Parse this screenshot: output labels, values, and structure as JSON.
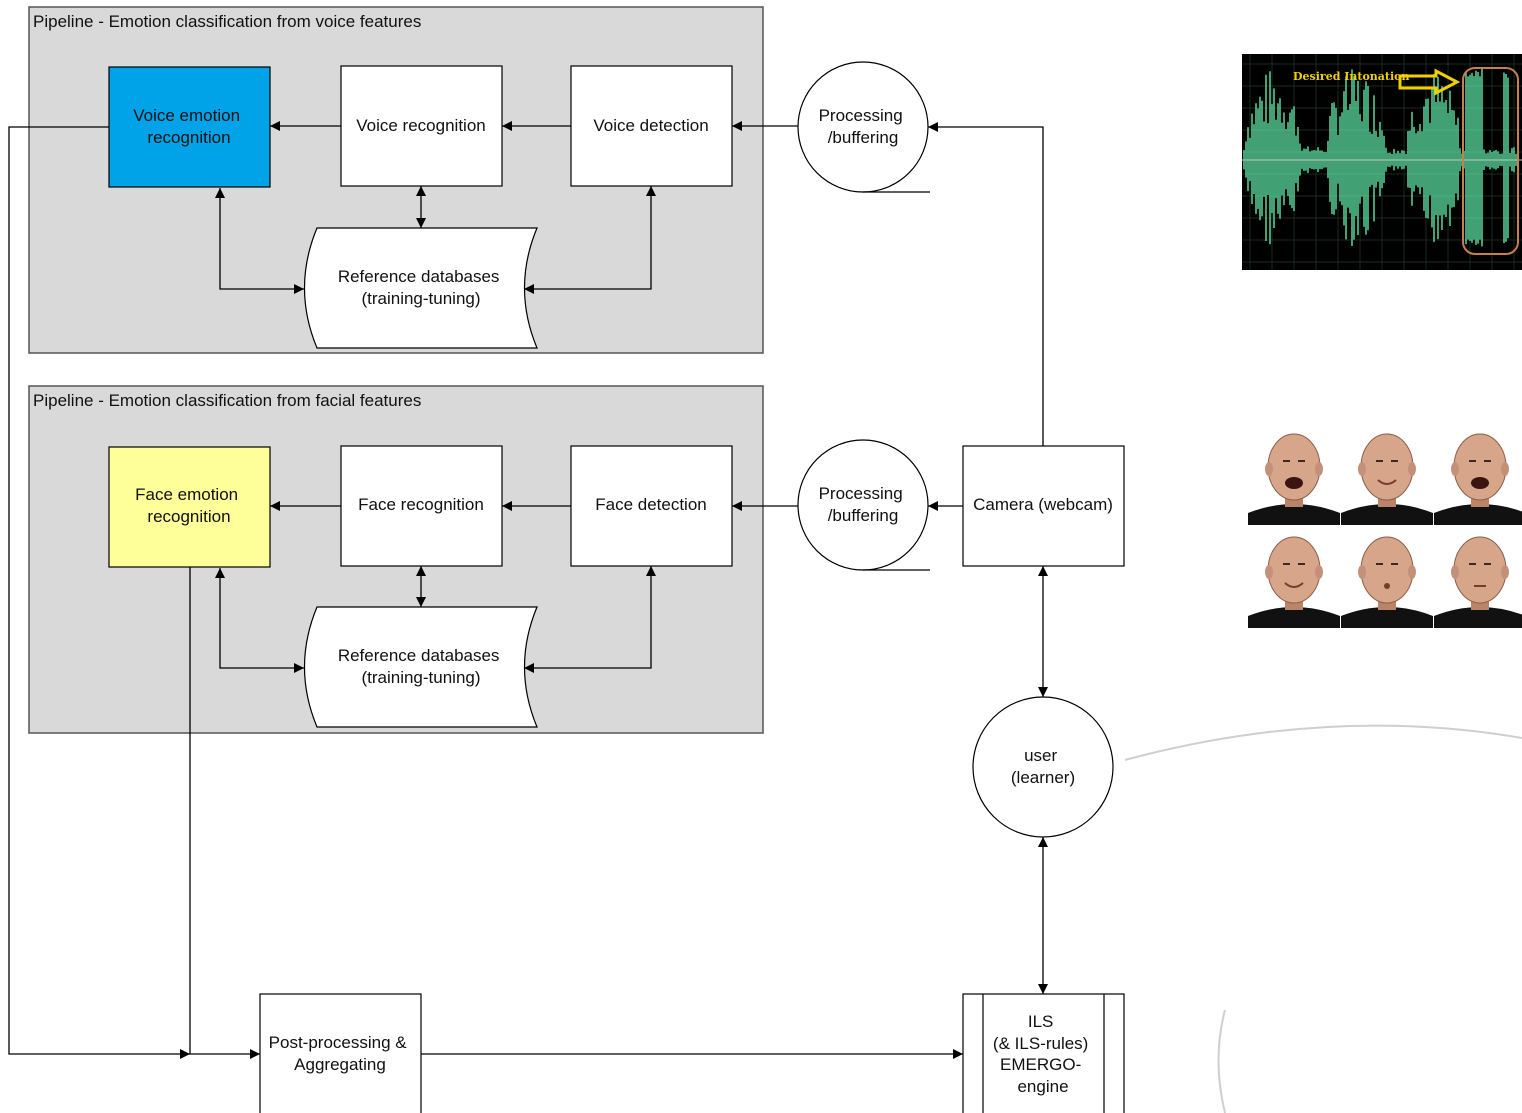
{
  "voice_pipeline": {
    "title": "Pipeline - Emotion classification from voice features",
    "emotion_box": [
      "Voice emotion",
      "recognition"
    ],
    "recognition_box": "Voice recognition",
    "detection_box": "Voice detection",
    "reference_db": [
      "Reference databases",
      "(training-tuning)"
    ]
  },
  "face_pipeline": {
    "title": "Pipeline - Emotion classification from facial features",
    "emotion_box": [
      "Face emotion",
      "recognition"
    ],
    "recognition_box": "Face recognition",
    "detection_box": "Face detection",
    "reference_db": [
      "Reference databases",
      "(training-tuning)"
    ]
  },
  "processing_voice": [
    "Processing",
    "/buffering"
  ],
  "processing_face": [
    "Processing",
    "/buffering"
  ],
  "camera": "Camera (webcam)",
  "user": [
    "user",
    "(learner)"
  ],
  "post_processing": [
    "Post-processing &",
    "Aggregating"
  ],
  "ils": [
    "ILS",
    "(& ILS-rules)",
    "EMERGO-",
    "engine"
  ],
  "waveform_image": {
    "caption": "Desired Intonation",
    "wave_color": "#5fe6a6",
    "highlight_color": "#c87f4a",
    "arrow_color": "#f2d000"
  },
  "face_photos": {
    "count": 6,
    "skin_color": "#d6a58a",
    "shirt_color": "#111111"
  },
  "colors": {
    "pipeline_bg": "#d9d9d9",
    "voice_emotion_fill": "#00a2e8",
    "face_emotion_fill": "#ffff99",
    "line": "#000000"
  }
}
